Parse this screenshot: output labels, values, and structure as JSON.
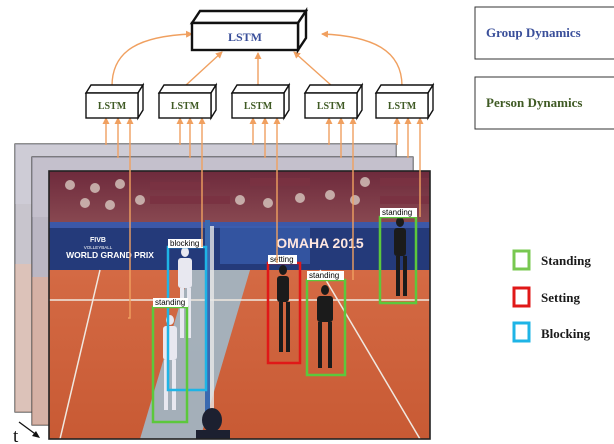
{
  "group_lstm": {
    "label": "LSTM"
  },
  "person_lstms": [
    {
      "label": "LSTM"
    },
    {
      "label": "LSTM"
    },
    {
      "label": "LSTM"
    },
    {
      "label": "LSTM"
    },
    {
      "label": "LSTM"
    }
  ],
  "side_boxes": {
    "group": {
      "label": "Group Dynamics",
      "color": "#3a4f9a"
    },
    "person": {
      "label": "Person Dynamics",
      "color": "#3f5a24"
    }
  },
  "frame": {
    "time_label": "t",
    "banners": {
      "fivb": "FIVB",
      "volleyball": "VOLLEYBALL",
      "grand_prix": "WORLD GRAND PRIX",
      "city": "OMAHA 2015"
    },
    "detections": [
      {
        "label": "blocking",
        "color": "#1eb4e6"
      },
      {
        "label": "standing",
        "color": "#5cc83c"
      },
      {
        "label": "setting",
        "color": "#e01818"
      },
      {
        "label": "standing",
        "color": "#5cc83c"
      },
      {
        "label": "standing",
        "color": "#5cc83c"
      }
    ]
  },
  "legend": [
    {
      "label": "Standing",
      "color": "#78c850"
    },
    {
      "label": "Setting",
      "color": "#e01818"
    },
    {
      "label": "Blocking",
      "color": "#1eb4e6"
    }
  ],
  "colors": {
    "arrow": "#f0a060",
    "lstm_text": "#3a4f9a",
    "person_lstm_text": "#3f5a24"
  }
}
